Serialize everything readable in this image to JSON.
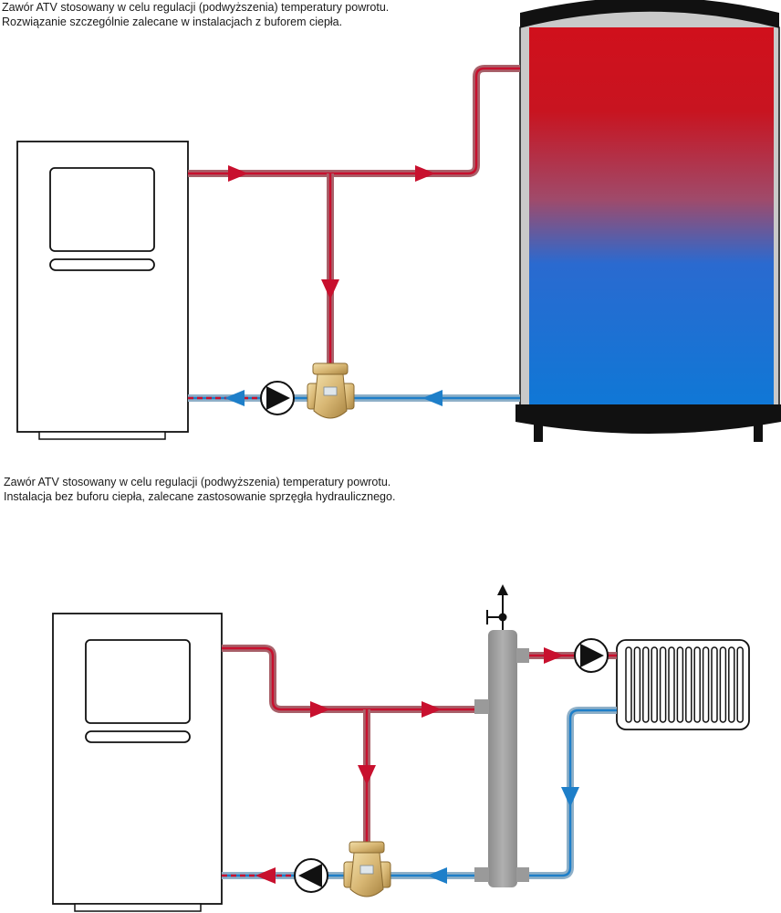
{
  "captions": {
    "top": {
      "line1": "Zawór ATV stosowany w celu regulacji (podwyższenia) temperatury powrotu.",
      "line2": "Rozwiązanie szczególnie zalecane w instalacjach z buforem ciepła."
    },
    "bottom": {
      "line1": "Zawór ATV stosowany w celu regulacji (podwyższenia) temperatury powrotu.",
      "line2": "Instalacja bez buforu ciepła, zalecane zastosowanie sprzęgła hydraulicznego."
    }
  },
  "colors": {
    "hot_pipe": "#c8102e",
    "hot_pipe_edge": "#a8616a",
    "cold_pipe": "#1e7fc9",
    "cold_pipe_edge": "#8fb0c8",
    "tank_top": "#d0101c",
    "tank_bottom": "#0f78d6",
    "hydraulic_separator": "#9a9a9a",
    "valve_brass": "#d8b774"
  },
  "icons": {
    "boiler": "boiler-icon",
    "pump": "pump-icon",
    "valve": "three-way-valve-icon",
    "buffer_tank": "buffer-tank-icon",
    "radiator": "radiator-icon",
    "hydraulic_separator": "hydraulic-separator-icon",
    "air_vent": "air-vent-icon",
    "flow_arrow": "flow-arrow-icon"
  }
}
